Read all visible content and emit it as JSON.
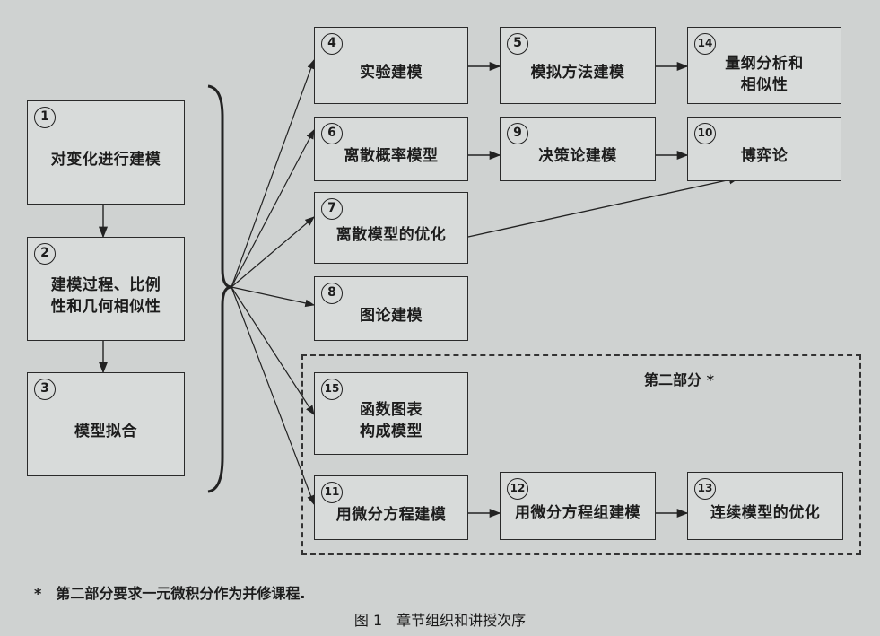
{
  "boxes": {
    "b1": {
      "num": "1",
      "lines": [
        "对变化进行建模"
      ]
    },
    "b2": {
      "num": "2",
      "lines": [
        "建模过程、比例",
        "性和几何相似性"
      ]
    },
    "b3": {
      "num": "3",
      "lines": [
        "模型拟合"
      ]
    },
    "b4": {
      "num": "4",
      "lines": [
        "实验建模"
      ]
    },
    "b5": {
      "num": "5",
      "lines": [
        "模拟方法建模"
      ]
    },
    "b14": {
      "num": "14",
      "lines": [
        "量纲分析和",
        "相似性"
      ]
    },
    "b6": {
      "num": "6",
      "lines": [
        "离散概率模型"
      ]
    },
    "b9": {
      "num": "9",
      "lines": [
        "决策论建模"
      ]
    },
    "b10": {
      "num": "10",
      "lines": [
        "博弈论"
      ]
    },
    "b7": {
      "num": "7",
      "lines": [
        "离散模型的优化"
      ]
    },
    "b8": {
      "num": "8",
      "lines": [
        "图论建模"
      ]
    },
    "b15": {
      "num": "15",
      "lines": [
        "函数图表",
        "构成模型"
      ]
    },
    "b11": {
      "num": "11",
      "lines": [
        "用微分方程建模"
      ]
    },
    "b12": {
      "num": "12",
      "lines": [
        "用微分方程组建模"
      ]
    },
    "b13": {
      "num": "13",
      "lines": [
        "连续模型的优化"
      ]
    }
  },
  "part2_label": "第二部分 *",
  "footnote": "*　第二部分要求一元微积分作为并修课程.",
  "caption": "图 1　章节组织和讲授次序",
  "colors": {
    "background": "#cfd2d1",
    "ink": "#222222"
  }
}
